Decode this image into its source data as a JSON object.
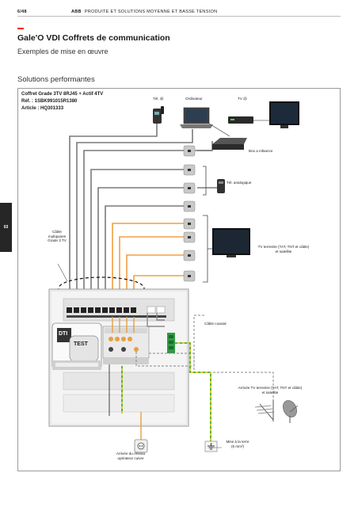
{
  "header": {
    "page_number": "6/48",
    "brand": "ABB",
    "catalog_title": "PRODUITE ET SOLUTIONS MOYENNE ET BASSE TENSION"
  },
  "page": {
    "title": "Gale'O VDI Coffrets de communication",
    "subtitle": "Exemples de mise en œuvre",
    "section_title": "Solutions performantes",
    "side_tab": "03"
  },
  "product": {
    "line1": "Coffret Grade 3TV 8RJ45 + Actif 4TV",
    "line2": "Réf. : 1SBK991015R1380",
    "line3": "Article : HQ301333"
  },
  "labels": {
    "tel_ip": "Tél. @",
    "ordinateur": "Ordinateur",
    "tv_ip": "TV @",
    "box": "Box a mbiance",
    "tel_analog": "Tél. analogique",
    "cable_line1": "Câble",
    "cable_line2": "multipaires",
    "cable_line3": "Grade 3 TV",
    "tv_terrestre_line1": "TV terrestre (TAT, TNT et câble)",
    "tv_terrestre_line2": "et satellite",
    "cable_coaxial": "Câble coaxial",
    "arrivee_tv_line1": "Arrivée TV terrestre (TAT, TNT et câble)",
    "arrivee_tv_line2": "et satellite",
    "mise_terre_line1": "Mise à la terre",
    "mise_terre_line2": "(6 mm²)",
    "arrivee_reseau_line1": "Arrivée du réseau",
    "arrivee_reseau_line2": "opérateur cuivre",
    "dti": "DTI",
    "test": "TEST"
  },
  "colors": {
    "accent_red": "#ff000f",
    "network_cable": "#7a7a7a",
    "tv_cable": "#f0a040",
    "ground_cable": "#c8c800",
    "ground_stripe": "#3aa845"
  }
}
